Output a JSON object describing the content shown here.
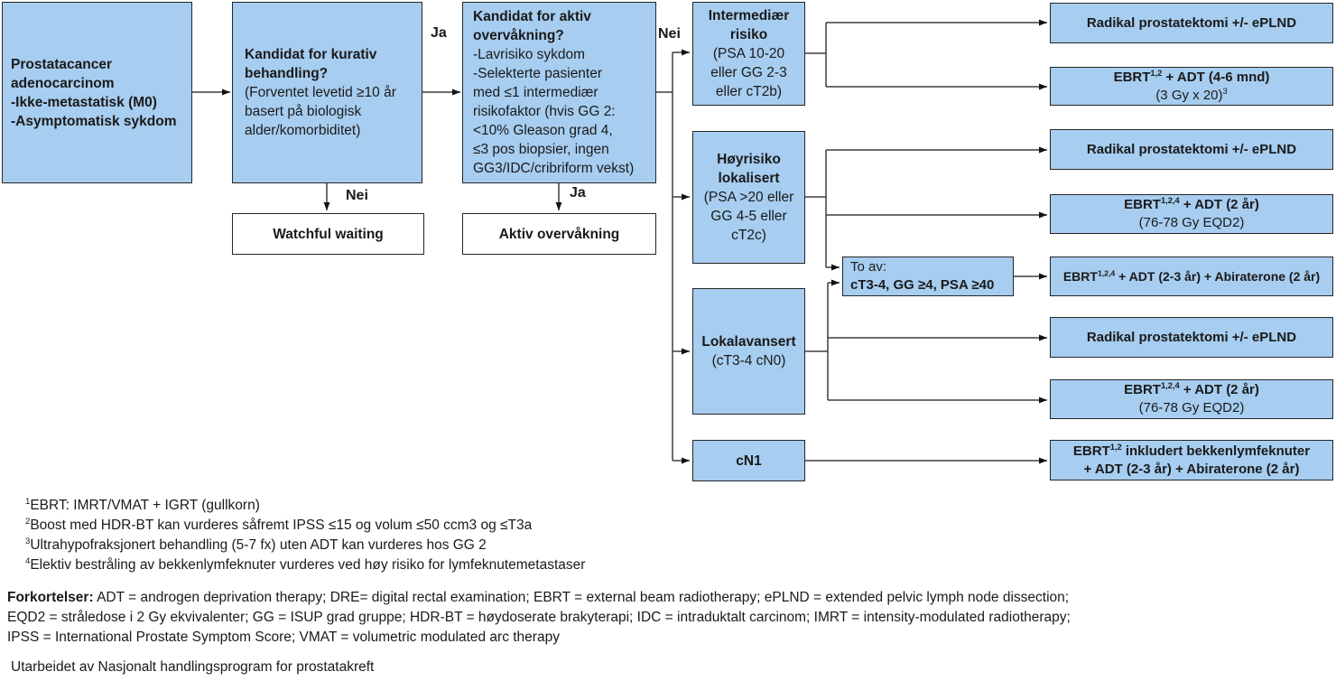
{
  "colors": {
    "box_fill": "#a7cdf0",
    "box_border": "#262626",
    "connector": "#3f3f3f",
    "arrowhead": "#111111",
    "text": "#1a1a1a",
    "background": "#ffffff"
  },
  "diagram": {
    "nodes": {
      "start": {
        "title": "Prostatacancer\nadenocarcinom\n-Ikke-metastatisk (M0)\n-Asymptomatisk sykdom"
      },
      "curative": {
        "title": "Kandidat for kurativ\nbehandling?",
        "body": "(Forventet levetid ≥10 år\nbasert på biologisk\nalder/komorbiditet)"
      },
      "active_q": {
        "title": "Kandidat for aktiv\novervåkning?",
        "body": "-Lavrisiko sykdom\n-Selekterte pasienter\nmed ≤1 intermediær\nrisikofaktor (hvis GG 2:\n<10% Gleason grad 4,\n≤3 pos biopsier, ingen\nGG3/IDC/cribriform vekst)"
      },
      "watchful_waiting": {
        "title": "Watchful waiting"
      },
      "active_surveillance": {
        "title": "Aktiv overvåkning"
      },
      "intermediate_risk": {
        "title": "Intermediær\nrisiko",
        "body": "(PSA 10-20\neller GG 2-3\neller cT2b)"
      },
      "high_risk": {
        "title": "Høyrisiko\nlokalisert",
        "body": "(PSA >20 eller\nGG 4-5 eller\ncT2c)"
      },
      "locally_advanced": {
        "title": "Lokalavansert",
        "body": "(cT3-4 cN0)"
      },
      "cn1": {
        "title": "cN1"
      },
      "two_of": {
        "line1": "To av:",
        "line2": "cT3-4, GG ≥4, PSA ≥40"
      },
      "rp1": {
        "text": "Radikal prostatektomi +/- ePLND"
      },
      "ebrt_4_6": {
        "line1": {
          "pre": "EBRT",
          "sup": "1,2",
          "post": " + ADT (4-6 mnd)"
        },
        "line2": {
          "pre": "(3 Gy x 20)",
          "sup": "3",
          "post": ""
        }
      },
      "rp2": {
        "text": "Radikal prostatektomi +/- ePLND"
      },
      "ebrt_2yr_a": {
        "line1": {
          "pre": "EBRT",
          "sup": "1,2,4",
          "post": " + ADT (2 år)"
        },
        "line2": {
          "pre": "(76-78 Gy EQD2)",
          "sup": "",
          "post": ""
        }
      },
      "ebrt_abi": {
        "line1": {
          "pre": "EBRT",
          "sup": "1,2,4",
          "post": " + ADT (2-3 år) + Abiraterone (2 år)"
        }
      },
      "rp3": {
        "text": "Radikal prostatektomi +/- ePLND"
      },
      "ebrt_2yr_b": {
        "line1": {
          "pre": "EBRT",
          "sup": "1,2,4",
          "post": " + ADT (2 år)"
        },
        "line2": {
          "pre": "(76-78 Gy EQD2)",
          "sup": "",
          "post": ""
        }
      },
      "ebrt_pelvic": {
        "line1": {
          "pre": "EBRT",
          "sup": "1,2",
          "post": " inkludert bekkenlymfeknuter"
        },
        "line2": {
          "pre": "+ ADT (2-3 år) + Abiraterone (2 år)",
          "sup": "",
          "post": ""
        }
      }
    },
    "edge_labels": {
      "ja_top": "Ja",
      "nei_down": "Nei",
      "nei_right": "Nei",
      "ja_down": "Ja"
    },
    "footnotes": [
      {
        "sup": "1",
        "text": "EBRT: IMRT/VMAT + IGRT (gullkorn)"
      },
      {
        "sup": "2",
        "text": "Boost med HDR-BT kan vurderes såfremt IPSS ≤15 og volum ≤50 ccm3 og ≤T3a"
      },
      {
        "sup": "3",
        "text": "Ultrahypofraksjonert behandling (5-7 fx) uten ADT kan vurderes hos GG 2"
      },
      {
        "sup": "4",
        "text": "Elektiv bestråling av bekkenlymfeknuter vurderes ved høy risiko for lymfeknutemetastaser"
      }
    ],
    "abbreviations": {
      "label": "Forkortelser:",
      "text": "ADT = androgen deprivation therapy; DRE= digital rectal examination; EBRT = external beam radiotherapy; ePLND = extended pelvic lymph node dissection;\nEQD2 = stråledose i 2 Gy ekvivalenter; GG = ISUP grad gruppe; HDR-BT = høydoserate brakyterapi; IDC = intraduktalt carcinom; IMRT = intensity-modulated radiotherapy;\nIPSS = International Prostate Symptom Score; VMAT = volumetric modulated arc therapy"
    },
    "credit": "Utarbeidet av Nasjonalt handlingsprogram for prostatakreft"
  }
}
